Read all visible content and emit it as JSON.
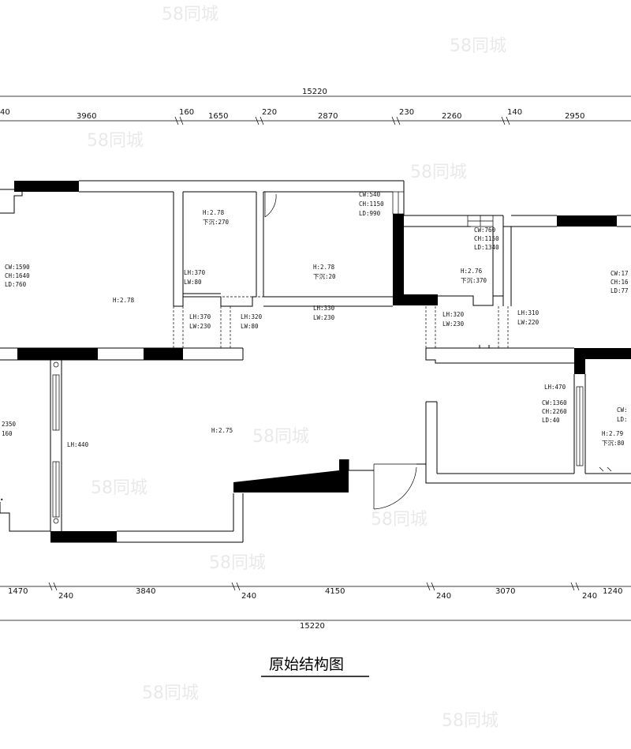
{
  "title": "原始结构图",
  "watermark": "58同城",
  "dims_top": {
    "overall": "15220",
    "segments": [
      "40",
      "3960",
      "160",
      "1650",
      "220",
      "2870",
      "230",
      "2260",
      "140",
      "2950"
    ]
  },
  "dims_bottom": {
    "overall": "15220",
    "segments": [
      "1470",
      "240",
      "3840",
      "240",
      "4150",
      "240",
      "3070",
      "240",
      "1240"
    ]
  },
  "room_labels": {
    "lr_cw": "CW:1590",
    "lr_ch": "CH:1640",
    "lr_ld": "LD:760",
    "lr_h": "H:2.78",
    "bath1_h": "H:2.78",
    "bath1_sink": "下沉:270",
    "lh370_1": "LH:370",
    "lw80_1": "LW:80",
    "lh370_2": "LH:370",
    "lw230_1": "LW:230",
    "lh320_1": "LH:320",
    "lw80_2": "LW:80",
    "kit_cw": "CW:540",
    "kit_ch": "CH:1150",
    "kit_ld": "LD:990",
    "kit_h": "H:2.78",
    "kit_sink": "下沉:20",
    "lh330": "LH:330",
    "lw230_2": "LW:230",
    "bath2_cw": "CW:760",
    "bath2_ch": "CH:1150",
    "bath2_ld": "LD:1340",
    "bath2_h": "H:2.76",
    "bath2_sink": "下沉:370",
    "lh320_2": "LH:320",
    "lw230_3": "LW:230",
    "lh310": "LH:310",
    "lw220": "LW:220",
    "br_cw": "CW:17",
    "br_ch": "CH:16",
    "br_ld": "LD:77",
    "left_a": "2350",
    "left_b": "160",
    "lh440": "LH:440",
    "main_h": "H:2.75",
    "lh470": "LH:470",
    "sb_cw": "CW:1360",
    "sb_ch": "CH:2260",
    "sb_ld": "LD:40",
    "rb_cw": "CW:",
    "rb_ld": "LD:",
    "rb_h": "H:2.79",
    "rb_sink": "下沉:80"
  }
}
